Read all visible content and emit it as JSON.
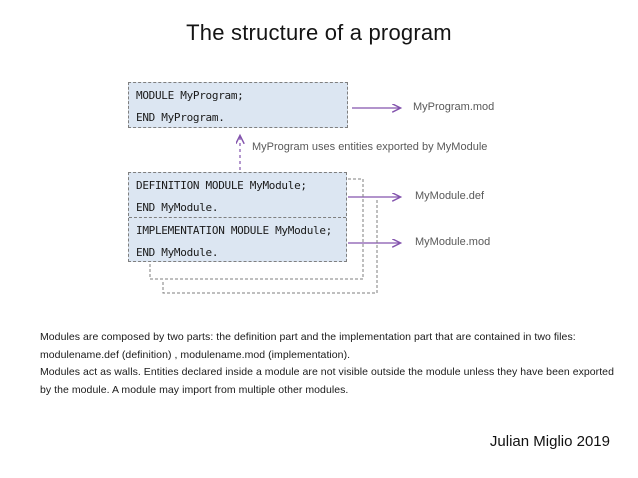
{
  "slide": {
    "title": "The structure of a program",
    "footer": "Julian Miglio 2019"
  },
  "diagram": {
    "program_box": {
      "line1": "MODULE MyProgram;",
      "line2": "END MyProgram."
    },
    "module_box": {
      "definition": {
        "line1": "DEFINITION MODULE MyModule;",
        "line2": "END MyModule."
      },
      "implementation": {
        "line1": "IMPLEMENTATION MODULE MyModule;",
        "line2": "END MyModule."
      }
    },
    "file_labels": {
      "program": "MyProgram.mod",
      "definition": "MyModule.def",
      "implementation": "MyModule.mod"
    },
    "dependency_note": "MyProgram uses entities exported by MyModule"
  },
  "notes": {
    "lines": [
      "Modules are composed by two parts: the definition part and the implementation part that are contained in two files:",
      "modulename.def (definition) , modulename.mod (implementation).",
      "Modules act as walls. Entities declared inside a module are not visible outside the module unless they have been exported",
      "by the module. A module may import from multiple other modules."
    ]
  },
  "colors": {
    "accent_purple": "#8353ad",
    "box_fill": "#dce6f2",
    "dashed_gray": "#7f7f7f",
    "label_gray": "#595959"
  }
}
